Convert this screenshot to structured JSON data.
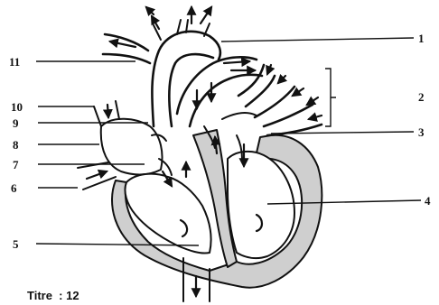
{
  "diagram": {
    "caption": "Titre  : 12",
    "labels": [
      {
        "id": "1",
        "text": "1"
      },
      {
        "id": "2",
        "text": "2"
      },
      {
        "id": "3",
        "text": "3"
      },
      {
        "id": "4",
        "text": "4"
      },
      {
        "id": "5",
        "text": "5"
      },
      {
        "id": "6",
        "text": "6"
      },
      {
        "id": "7",
        "text": "7"
      },
      {
        "id": "8",
        "text": "8"
      },
      {
        "id": "9",
        "text": "9"
      },
      {
        "id": "10",
        "text": "10"
      },
      {
        "id": "11",
        "text": "11"
      }
    ]
  }
}
